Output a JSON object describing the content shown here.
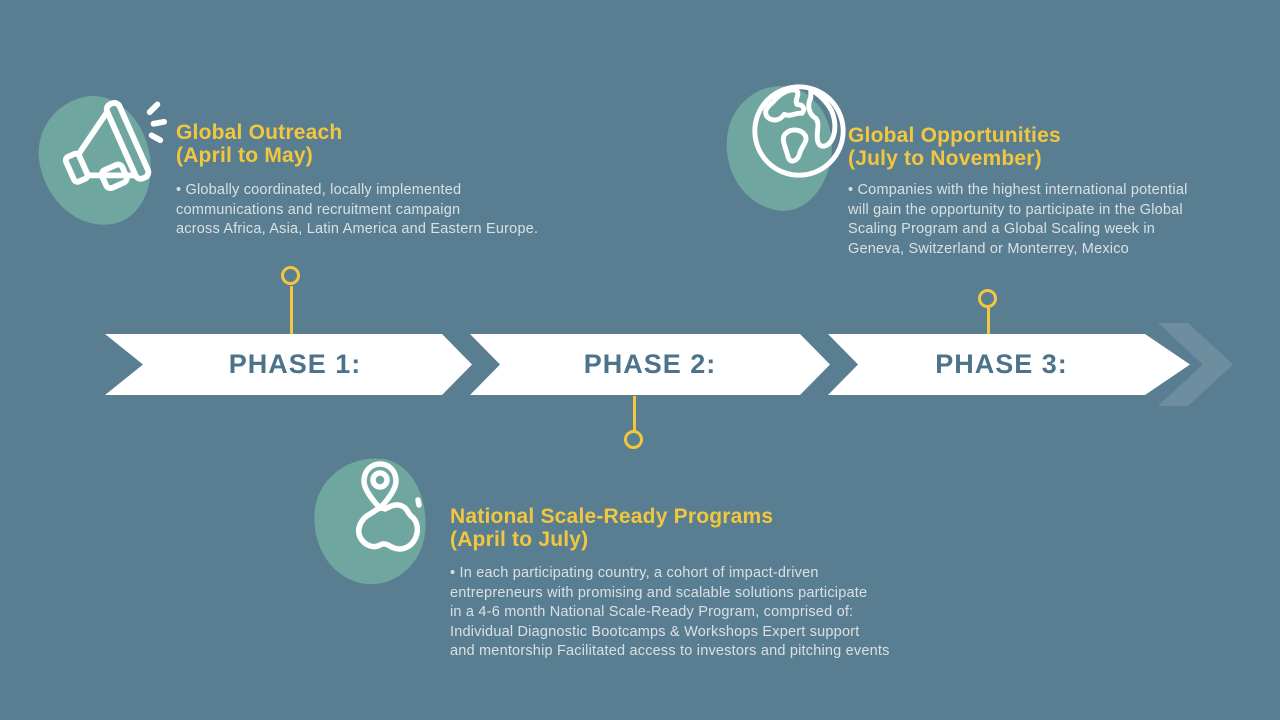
{
  "colors": {
    "background": "#5A7E91",
    "blob_teal": "#6FA6A0",
    "accent_yellow": "#F2C73E",
    "banner_white": "#FFFFFF",
    "banner_label_text": "#4C7389",
    "body_text": "#D9E0E3",
    "icon_stroke": "#FFFFFF"
  },
  "banner": {
    "labels": [
      "PHASE 1:",
      "PHASE 2:",
      "PHASE 3:"
    ]
  },
  "phases": [
    {
      "id": "phase-1",
      "icon": "megaphone-icon",
      "title": "Global Outreach\n(April to May)",
      "body": "• Globally coordinated, locally implemented\ncommunications and recruitment campaign\nacross Africa, Asia, Latin America and Eastern Europe."
    },
    {
      "id": "phase-2",
      "icon": "australia-map-pin-icon",
      "title": "National Scale-Ready Programs\n(April to July)",
      "body": "• In each participating country, a cohort of impact-driven\nentrepreneurs with promising and scalable solutions participate\nin a 4-6 month National Scale-Ready Program, comprised of:\nIndividual Diagnostic Bootcamps & Workshops Expert support\nand mentorship Facilitated access to investors and pitching events"
    },
    {
      "id": "phase-3",
      "icon": "globe-icon",
      "title": "Global Opportunities\n(July to November)",
      "body": "• Companies with the highest international potential\nwill gain the opportunity to participate in the Global\nScaling Program and a Global Scaling week in\nGeneva, Switzerland or Monterrey, Mexico"
    }
  ]
}
